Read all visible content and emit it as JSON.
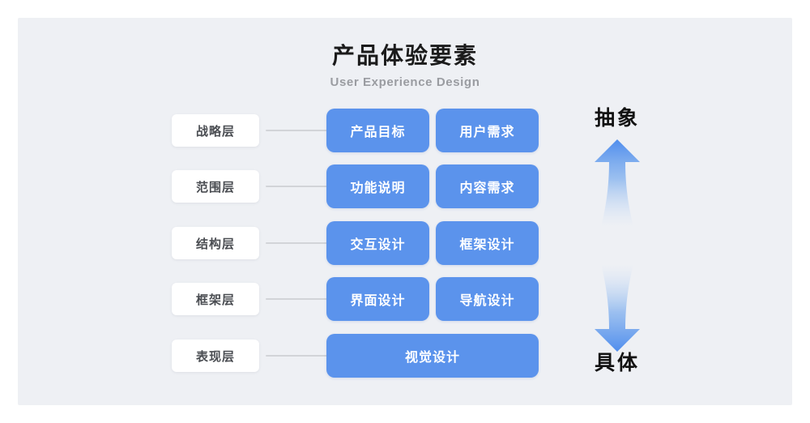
{
  "header": {
    "title": "产品体验要素",
    "subtitle": "User Experience Design"
  },
  "colors": {
    "panel_background": "#eef0f4",
    "card_blue": "#5b93ec",
    "label_card": "#ffffff",
    "label_text": "#4a4d52",
    "connector": "#d2d4d8",
    "title_text": "#1b1b1b",
    "subtitle_text": "#9a9ca1"
  },
  "layers": [
    {
      "label": "战略层",
      "cards": [
        {
          "text": "产品目标",
          "span": "half"
        },
        {
          "text": "用户需求",
          "span": "half"
        }
      ]
    },
    {
      "label": "范围层",
      "cards": [
        {
          "text": "功能说明",
          "span": "half"
        },
        {
          "text": "内容需求",
          "span": "half"
        }
      ]
    },
    {
      "label": "结构层",
      "cards": [
        {
          "text": "交互设计",
          "span": "half"
        },
        {
          "text": "框架设计",
          "span": "half"
        }
      ]
    },
    {
      "label": "框架层",
      "cards": [
        {
          "text": "界面设计",
          "span": "half"
        },
        {
          "text": "导航设计",
          "span": "half"
        }
      ]
    },
    {
      "label": "表现层",
      "cards": [
        {
          "text": "视觉设计",
          "span": "full"
        }
      ]
    }
  ],
  "axis": {
    "top_caption": "抽象",
    "bottom_caption": "具体",
    "up_arrow_icon": "arrow-up-icon",
    "down_arrow_icon": "arrow-down-icon"
  }
}
